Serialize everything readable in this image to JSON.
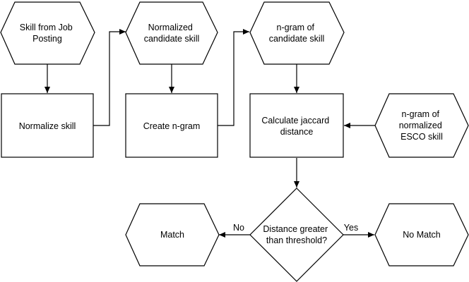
{
  "nodes": {
    "skill_from_job_posting": [
      "Skill from Job",
      "Posting"
    ],
    "normalize_skill": [
      "Normalize skill"
    ],
    "normalized_candidate_skill": [
      "Normalized",
      "candidate skill"
    ],
    "create_ngram": [
      "Create n-gram"
    ],
    "ngram_candidate_skill": [
      "n-gram of",
      "candidate skill"
    ],
    "calculate_jaccard": [
      "Calculate jaccard",
      "distance"
    ],
    "ngram_esco_skill": [
      "n-gram of",
      "normalized",
      "ESCO skill"
    ],
    "distance_decision": [
      "Distance greater",
      "than threshold?"
    ],
    "match": [
      "Match"
    ],
    "no_match": [
      "No Match"
    ]
  },
  "edge_labels": {
    "no": "No",
    "yes": "Yes"
  }
}
